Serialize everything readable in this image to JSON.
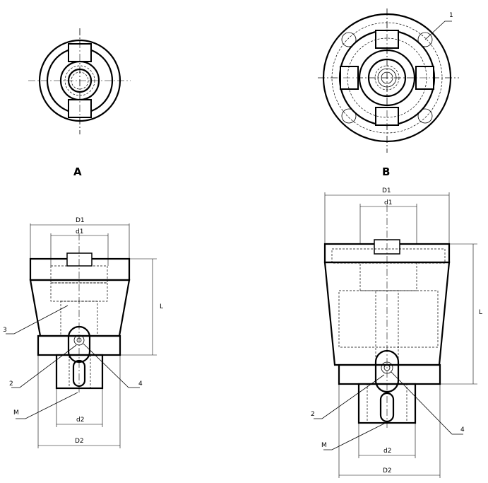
{
  "views": {
    "a": {
      "label": "A",
      "dims": {
        "D1": "D1",
        "d1": "d1",
        "L": "L",
        "d2": "d2",
        "D2": "D2"
      },
      "callouts": {
        "c2": "2",
        "c3": "3",
        "c4": "4",
        "cM": "M"
      }
    },
    "b": {
      "label": "B",
      "dims": {
        "D1": "D1",
        "d1": "d1",
        "L": "L",
        "d2": "d2",
        "D2": "D2"
      },
      "callouts": {
        "c1": "1",
        "c2": "2",
        "c4": "4",
        "cM": "M"
      }
    }
  }
}
